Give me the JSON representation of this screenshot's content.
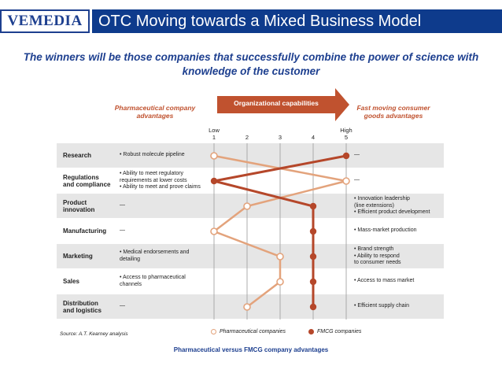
{
  "header": {
    "logo": "VEMEDIA",
    "title": "OTC Moving towards a Mixed Business Model"
  },
  "subtitle": "The winners will be those companies that successfully combine the power of science with knowledge of the customer",
  "figure": {
    "arrow_label": "Organizational capabilities",
    "left_header": "Pharmaceutical company advantages",
    "right_header": "Fast moving consumer goods advantages",
    "scale": {
      "ticks": [
        "1",
        "2",
        "3",
        "4",
        "5"
      ],
      "low_label": "Low",
      "high_label": "High"
    },
    "rows": [
      {
        "label": "Research",
        "pharma_adv": [
          "• Robust molecule pipeline"
        ],
        "fmcg_adv": [
          "—"
        ],
        "pharma_score": 1,
        "fmcg_score": 5
      },
      {
        "label": "Regulations and compliance",
        "pharma_adv": [
          "• Ability to meet regulatory",
          "  requirements at lower costs",
          "• Ability to meet and prove claims"
        ],
        "fmcg_adv": [
          "—"
        ],
        "pharma_score": 5,
        "fmcg_score": 1
      },
      {
        "label": "Product innovation",
        "pharma_adv": [
          "—"
        ],
        "fmcg_adv": [
          "• Innovation leadership",
          "  (line extensions)",
          "• Efficient product development"
        ],
        "pharma_score": 2,
        "fmcg_score": 4
      },
      {
        "label": "Manufacturing",
        "pharma_adv": [
          "—"
        ],
        "fmcg_adv": [
          "• Mass-market production"
        ],
        "pharma_score": 1,
        "fmcg_score": 4
      },
      {
        "label": "Marketing",
        "pharma_adv": [
          "• Medical endorsements and",
          "  detailing"
        ],
        "fmcg_adv": [
          "• Brand strength",
          "• Ability to respond",
          "  to consumer needs"
        ],
        "pharma_score": 3,
        "fmcg_score": 4
      },
      {
        "label": "Sales",
        "pharma_adv": [
          "• Access to pharmaceutical",
          "  channels"
        ],
        "fmcg_adv": [
          "• Access to mass market"
        ],
        "pharma_score": 3,
        "fmcg_score": 4
      },
      {
        "label": "Distribution and logistics",
        "pharma_adv": [
          "—"
        ],
        "fmcg_adv": [
          "• Efficient supply chain"
        ],
        "pharma_score": 2,
        "fmcg_score": 4
      }
    ],
    "row_labels_split": [
      [
        "Research"
      ],
      [
        "Regulations",
        "and compliance"
      ],
      [
        "Product",
        "innovation"
      ],
      [
        "Manufacturing"
      ],
      [
        "Marketing"
      ],
      [
        "Sales"
      ],
      [
        "Distribution",
        "and logistics"
      ]
    ],
    "source": "Source: A.T. Kearney analysis",
    "legend": {
      "pharma": "Pharmaceutical companies",
      "fmcg": "FMCG companies"
    },
    "colors": {
      "pharma": "#e3a37c",
      "fmcg": "#b5472a",
      "arrow": "#c0522f",
      "row_shade": "#e6e6e6"
    }
  },
  "caption": "Pharmaceutical versus FMCG company advantages"
}
